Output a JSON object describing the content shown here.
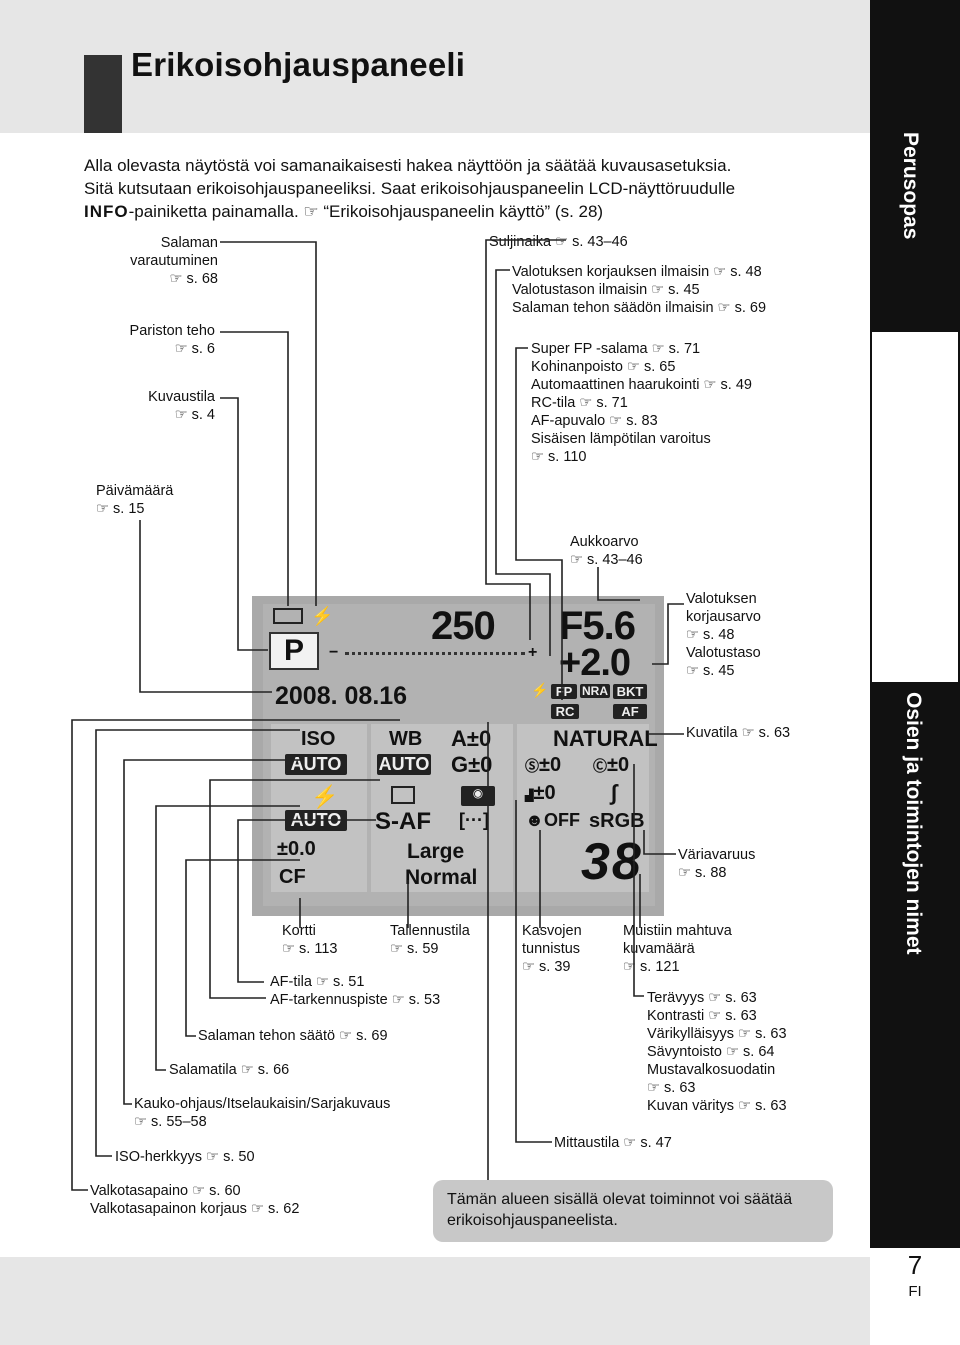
{
  "title": "Erikoisohjauspaneeli",
  "intro": {
    "line1": "Alla olevasta näytöstä voi samanaikaisesti hakea näyttöön ja säätää kuvausasetuksia.",
    "line2": "Sitä kutsutaan erikoisohjauspaneeliksi. Saat erikoisohjauspaneelin LCD-näyttöruudulle",
    "line3_info": "INFO",
    "line3_rest": "-painiketta painamalla. ☞ “Erikoisohjauspaneelin käyttö” (s. 28)"
  },
  "labels_left": {
    "flash_charge": "Salaman varautuminen",
    "flash_charge_ref": "☞ s. 68",
    "battery": "Pariston teho",
    "battery_ref": "☞ s. 6",
    "mode": "Kuvaustila",
    "mode_ref": "☞ s. 4",
    "date": "Päivämäärä",
    "date_ref": "☞ s. 15"
  },
  "labels_top_right": {
    "shutter": "Suljinaika ☞ s. 43–46",
    "exp_comp_ind": "Valotuksen korjauksen ilmaisin ☞ s. 48",
    "exp_level_ind": "Valotustason ilmaisin ☞ s. 45",
    "flash_power_ind": "Salaman tehon säädön ilmaisin ☞ s. 69",
    "super_fp": "Super FP -salama ☞ s. 71",
    "noise": "Kohinanpoisto ☞ s. 65",
    "bracket": "Automaattinen haarukointi ☞ s. 49",
    "rc": "RC-tila ☞ s. 71",
    "af_assist": "AF-apuvalo ☞ s. 83",
    "temp_warning": "Sisäisen lämpötilan varoitus",
    "temp_warning_ref": "☞ s. 110",
    "aperture": "Aukkoarvo",
    "aperture_ref": "☞ s. 43–46"
  },
  "labels_right": {
    "exp_comp_value": "Valotuksen korjausarvo",
    "exp_comp_value_ref": "☞ s. 48",
    "exp_level": "Valotustaso",
    "exp_level_ref": "☞ s. 45",
    "picture_mode": "Kuvatila ☞ s. 63",
    "color_space": "Väriavaruus",
    "color_space_ref": "☞ s. 88"
  },
  "labels_bottom": {
    "card": "Kortti",
    "card_ref": "☞ s. 113",
    "record_mode": "Tallennustila",
    "record_mode_ref": "☞ s. 59",
    "face_detect": "Kasvojen tunnistus",
    "face_detect_ref": "☞ s. 39",
    "memory": "Muistiin mahtuva kuvamäärä",
    "memory_ref": "☞ s. 121",
    "af_mode": "AF-tila ☞ s. 51",
    "af_point": "AF-tarkennuspiste ☞ s. 53",
    "flash_power": "Salaman tehon säätö ☞ s. 69",
    "flash_mode": "Salamatila ☞ s. 66",
    "drive": "Kauko-ohjaus/Itselaukaisin/Sarjakuvaus",
    "drive_ref": "☞ s. 55–58",
    "iso": "ISO-herkkyys ☞ s. 50",
    "wb": "Valkotasapaino ☞ s. 60",
    "wb_comp": "Valkotasapainon korjaus ☞ s. 62",
    "metering": "Mittaustila ☞ s. 47",
    "sharpness": "Terävyys ☞ s. 63",
    "contrast": "Kontrasti ☞ s. 63",
    "saturation": "Värikylläisyys ☞ s. 63",
    "gradation": "Sävyntoisto ☞ s. 64",
    "mono_filter": "Mustavalkosuodatin",
    "mono_filter_ref": "☞ s. 63",
    "tone": "Kuvan väritys ☞ s. 63"
  },
  "note": "Tämän alueen sisällä olevat toiminnot voi säätää erikoisohjauspaneelista.",
  "sidebar": {
    "top": "Perusopas",
    "bottom": "Osien ja toimintojen nimet"
  },
  "page": {
    "number": "7",
    "lang": "FI"
  },
  "lcd": {
    "mode": "P",
    "shutter": "250",
    "aperture": "F5.6",
    "exp_comp": "+2.0",
    "date": "2008. 08.16",
    "iso_label": "ISO",
    "iso_value": "AUTO",
    "wb_label": "WB",
    "wb_value": "AUTO",
    "wb_a": "A±0",
    "wb_g": "G±0",
    "picture_mode": "NATURAL",
    "sharp": "±0",
    "contrast": "±0",
    "saturation": "±0",
    "flash_auto": "AUTO",
    "af_mode": "S-AF",
    "face": "OFF",
    "color_space": "sRGB",
    "flash_comp": "±0.0",
    "size": "Large",
    "quality": "Normal",
    "card": "CF",
    "count": "38",
    "badge_fp": "FP",
    "badge_nr": "NRA",
    "badge_bkt": "BKT",
    "badge_rc": "RC",
    "badge_af": "AF",
    "bar_minus": "−",
    "bar_plus": "+"
  }
}
